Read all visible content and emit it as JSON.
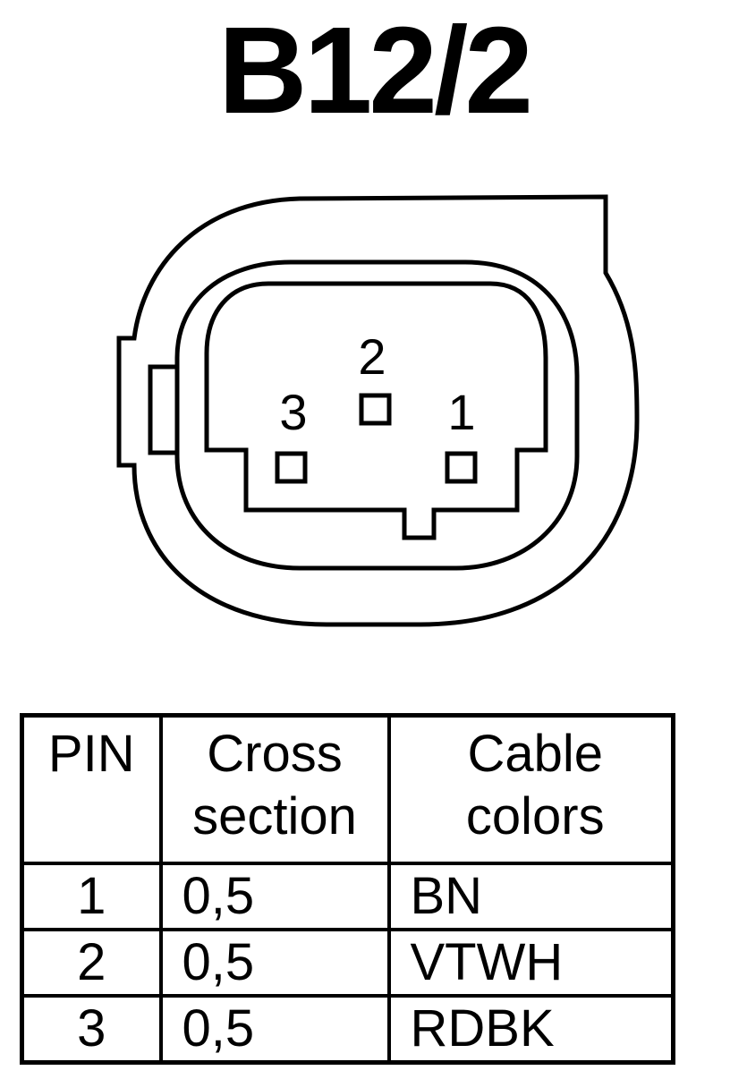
{
  "title": "B12/2",
  "connector": {
    "pins": [
      {
        "label": "1"
      },
      {
        "label": "2"
      },
      {
        "label": "3"
      }
    ]
  },
  "table": {
    "headers": {
      "pin": "PIN",
      "cross_section": [
        "Cross",
        "section"
      ],
      "cable_colors": [
        "Cable",
        "colors"
      ]
    },
    "rows": [
      {
        "pin": "1",
        "cross_section": "0,5",
        "color": "BN"
      },
      {
        "pin": "2",
        "cross_section": "0,5",
        "color": "VTWH"
      },
      {
        "pin": "3",
        "cross_section": "0,5",
        "color": "RDBK"
      }
    ]
  }
}
